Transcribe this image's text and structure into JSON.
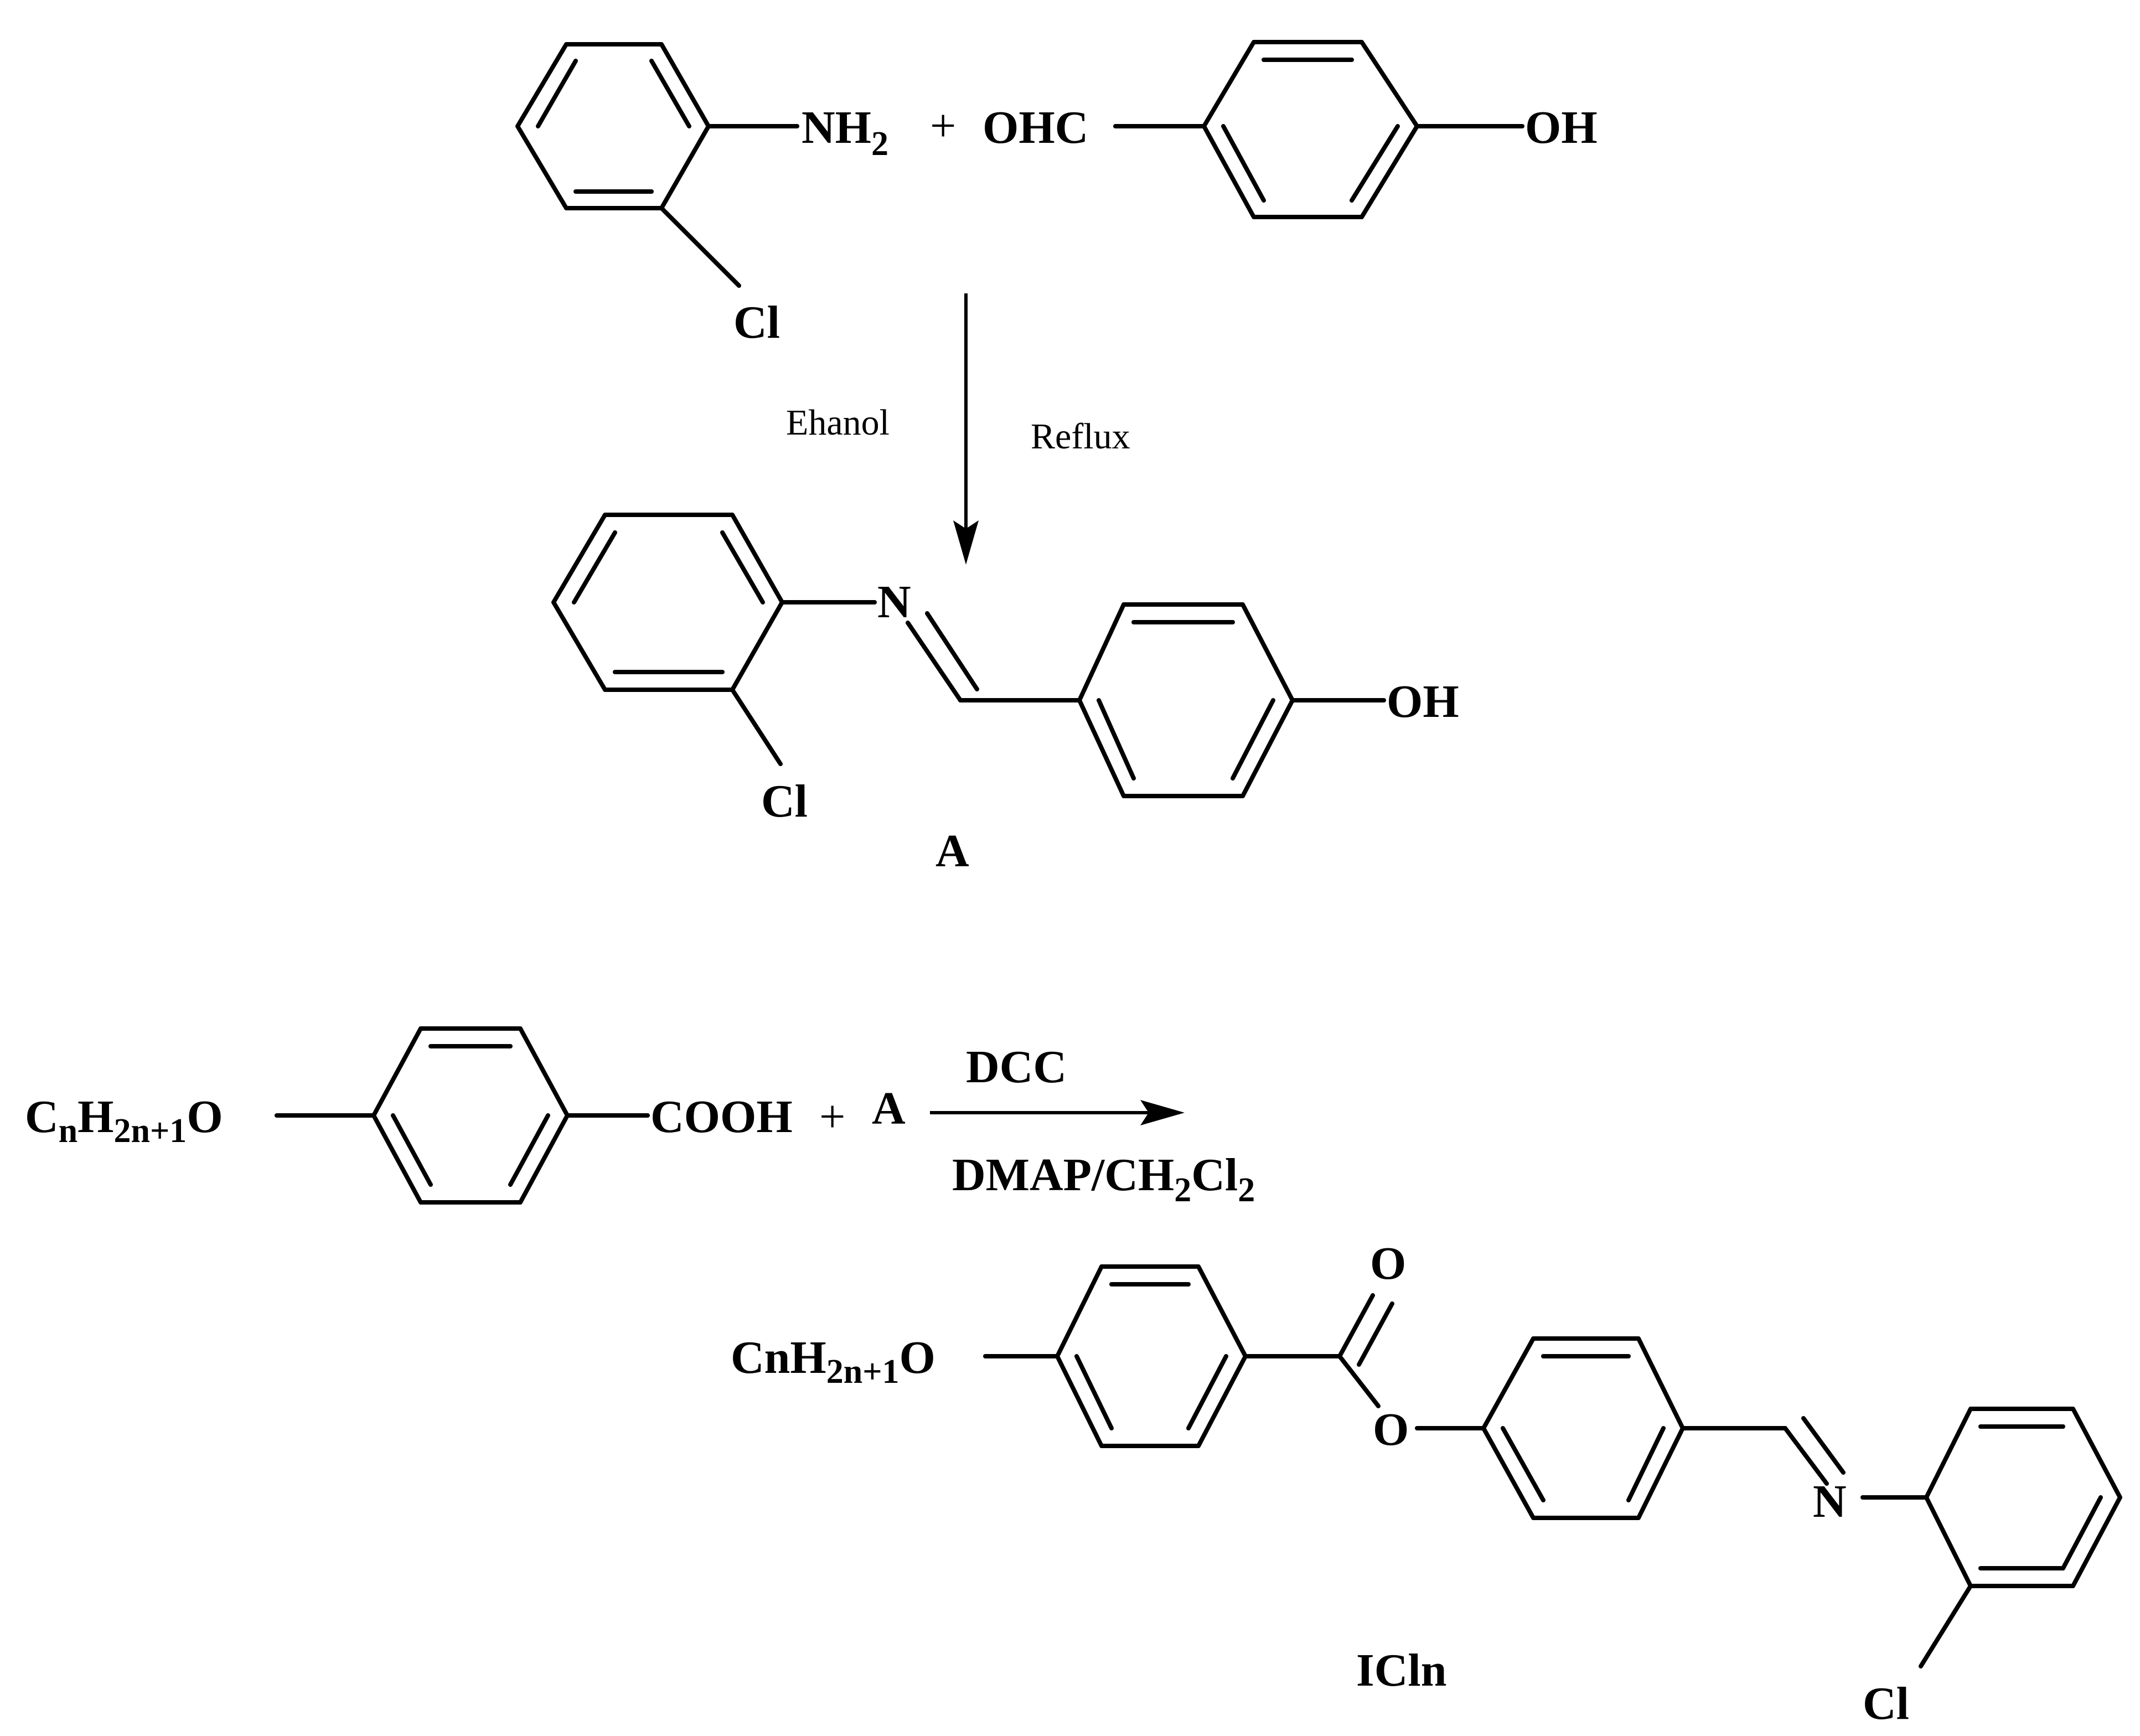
{
  "reaction1": {
    "reactant1": {
      "group_amine": "NH",
      "amine_sub": "2",
      "group_cl": "Cl"
    },
    "plus": "+",
    "reactant2": {
      "group_cho": "OHC",
      "group_oh": "OH"
    },
    "conditions": {
      "solvent": "Ehanol",
      "process": "Reflux"
    },
    "product": {
      "group_n": "N",
      "group_oh": "OH",
      "group_cl": "Cl",
      "label": "A"
    }
  },
  "reaction2": {
    "reactant1": {
      "c": "C",
      "c_sub": "n",
      "h": "H",
      "h_sub": "2n+1",
      "o": "O",
      "acid": "COOH"
    },
    "plus": "+",
    "reactant2": "A",
    "conditions": {
      "reagent1": "DCC",
      "reagent2_a": "DMAP/CH",
      "reagent2_sub1": "2",
      "reagent2_b": "Cl",
      "reagent2_sub2": "2"
    },
    "product": {
      "chain": "CnH",
      "chain_sub": "2n+1",
      "chain_o": "O",
      "carbonyl_o": "O",
      "ester_o": "O",
      "imine_n": "N",
      "group_cl": "Cl",
      "label": "ICln"
    }
  }
}
